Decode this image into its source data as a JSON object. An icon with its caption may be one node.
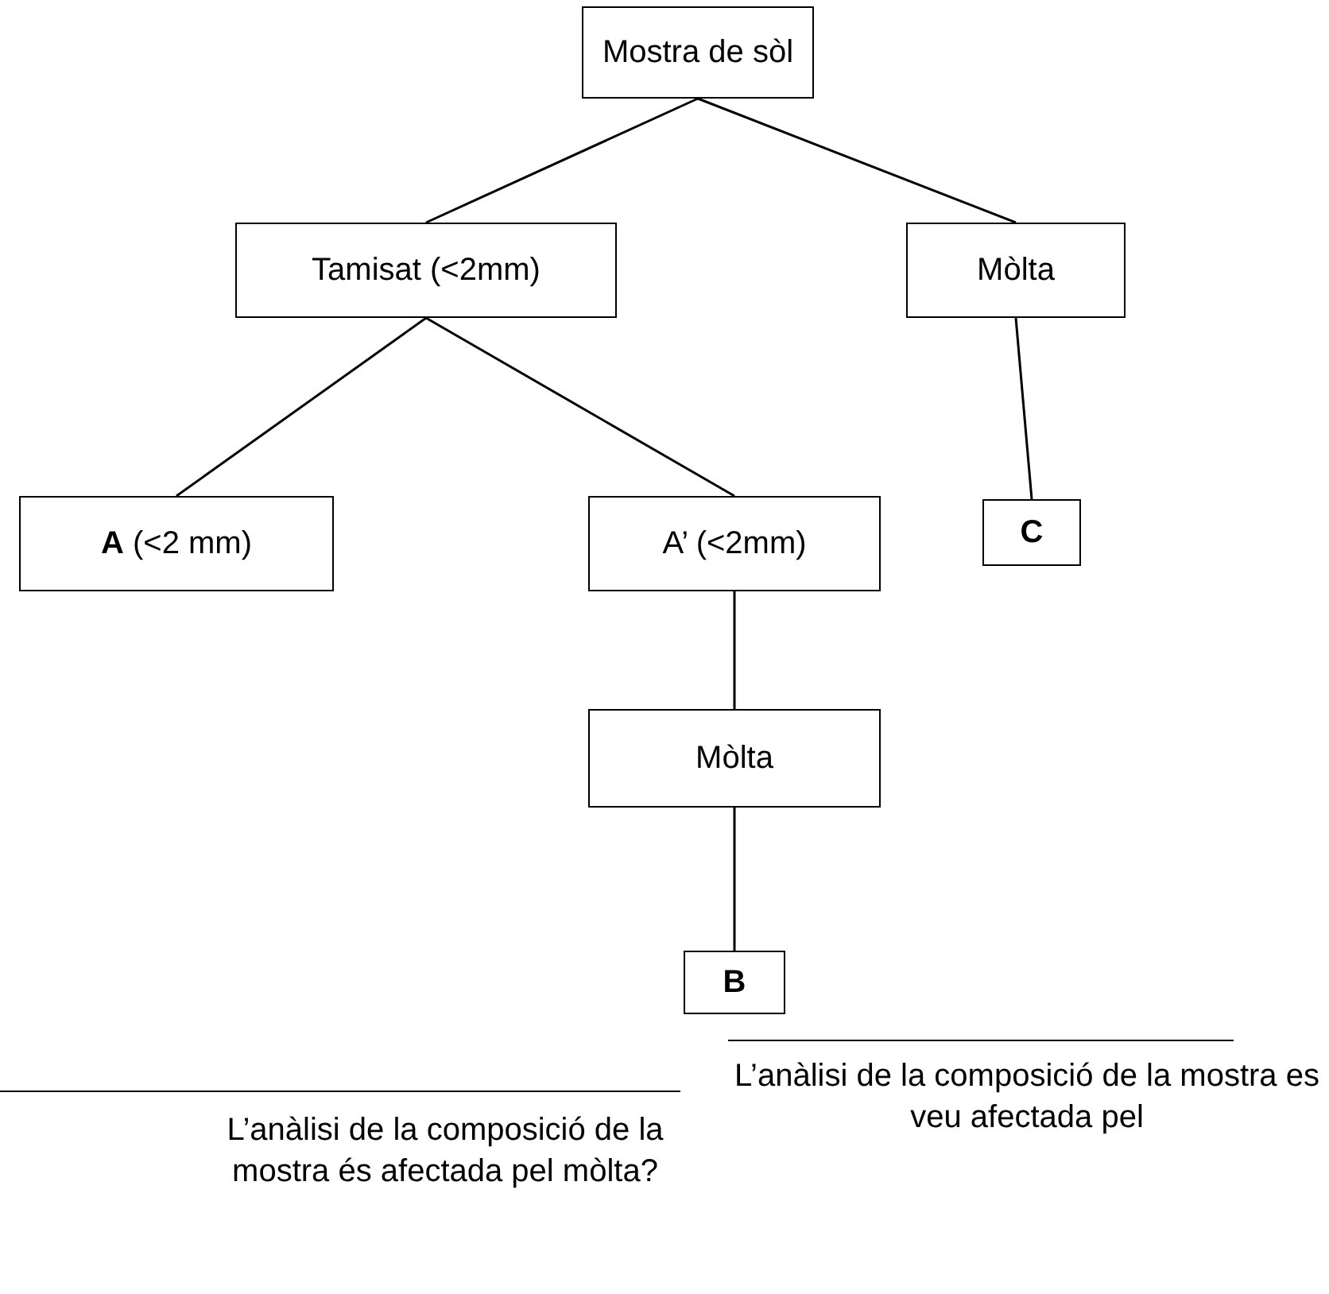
{
  "diagram": {
    "nodes": [
      {
        "text": [
          "Mostra de sòl"
        ]
      },
      {
        "text": [
          "Tamisat (<2mm)"
        ]
      },
      {
        "text": [
          "Mòlta"
        ]
      },
      {
        "text": [
          "**A** (<2 mm)"
        ]
      },
      {
        "text": [
          "A’ (<2mm)"
        ]
      },
      {
        "text": [
          "C"
        ]
      },
      {
        "text": [
          "Mòlta"
        ]
      },
      {
        "text": [
          "B"
        ]
      }
    ],
    "edges": [
      {
        "from": 0,
        "to": 1,
        "arrow": "none"
      },
      {
        "from": 0,
        "to": 2,
        "arrow": "none"
      },
      {
        "from": 1,
        "to": 3,
        "arrow": "none"
      },
      {
        "from": 1,
        "to": 4,
        "arrow": "none"
      },
      {
        "from": 2,
        "to": 5,
        "arrow": "none"
      },
      {
        "from": 4,
        "to": 6,
        "arrow": "none"
      },
      {
        "from": 6,
        "to": 7,
        "arrow": "none"
      }
    ],
    "labels": [
      "L’anàlisi de la composició de la mostra és afectada pel mòlta?",
      "L’anàlisi de la composició de la mostra es veu afectada pel"
    ]
  }
}
